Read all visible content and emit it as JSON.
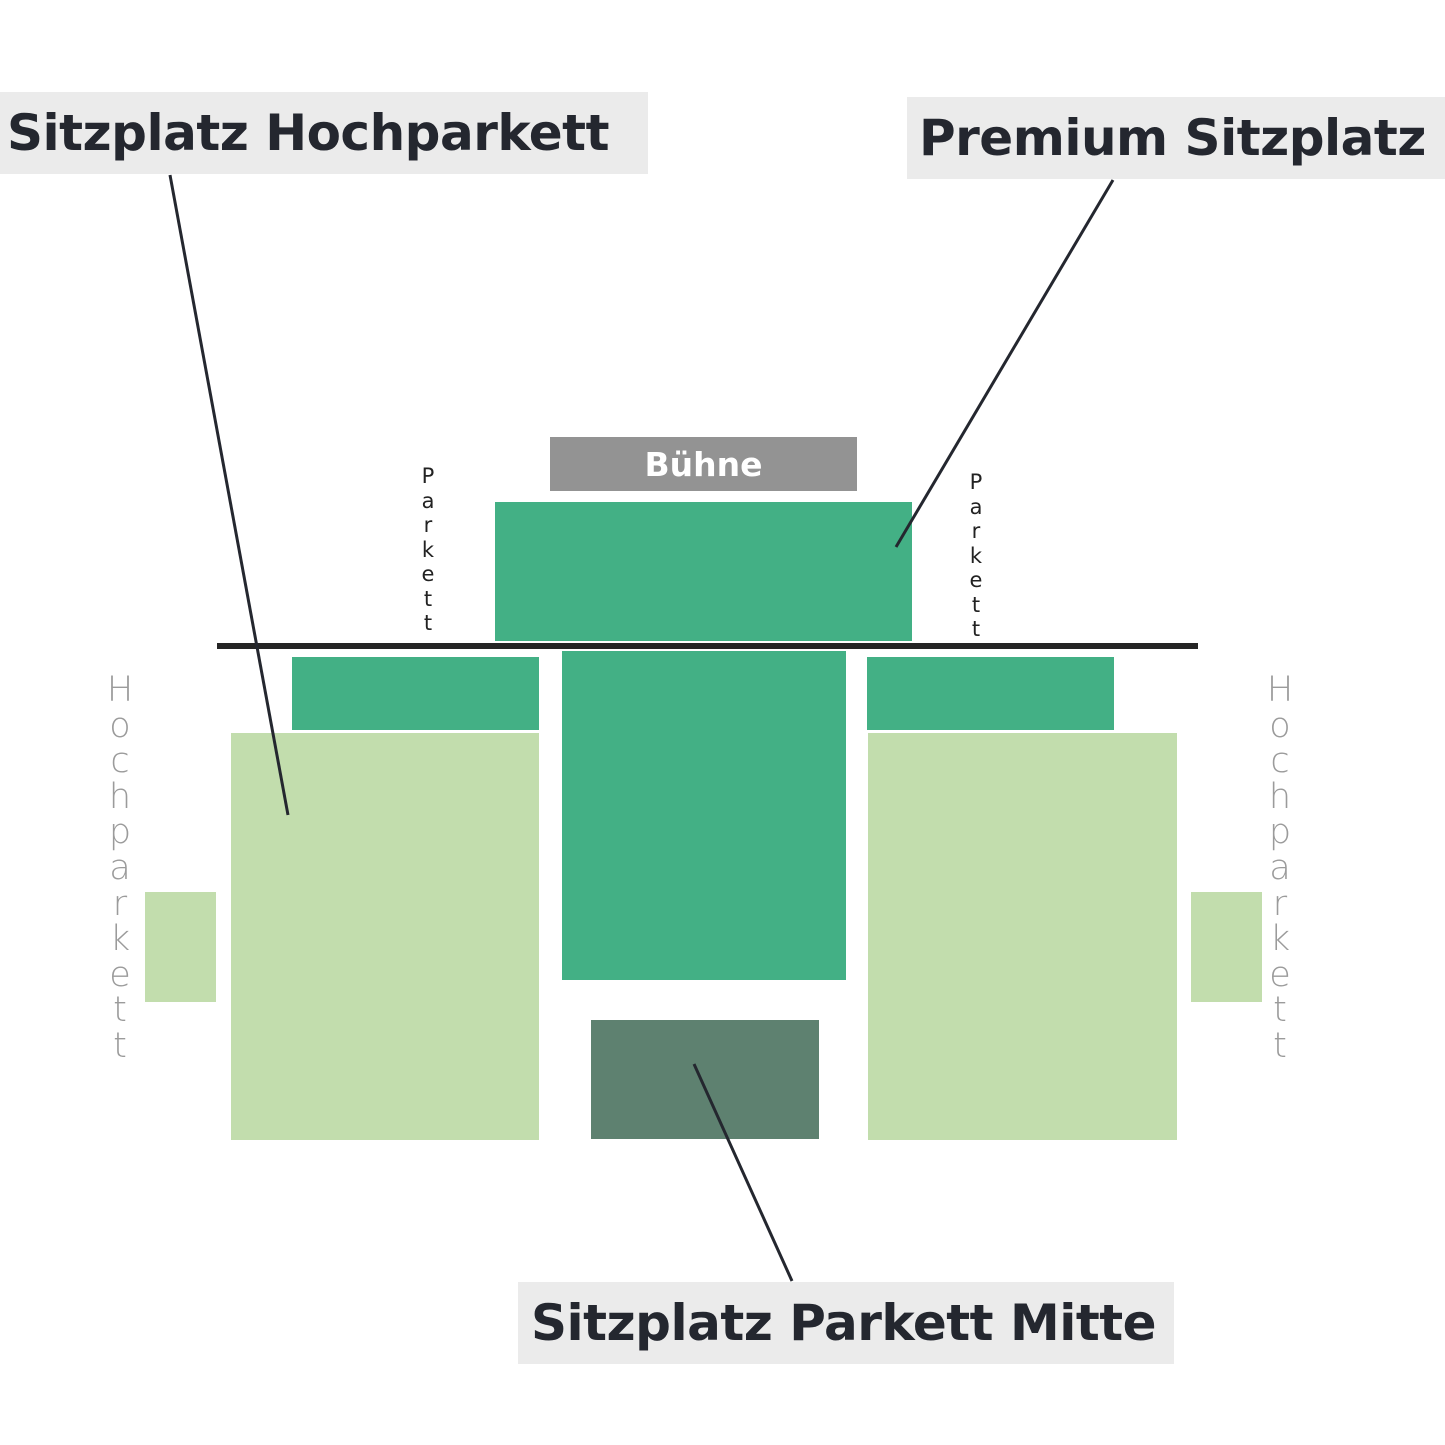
{
  "labels": {
    "hochparkett": "Sitzplatz Hochparkett",
    "premium": "Premium Sitzplatz",
    "parkett_mitte": "Sitzplatz Parkett Mitte"
  },
  "stage": "Bühne",
  "side_labels": {
    "parkett_left": "Parkett",
    "parkett_right": "Parkett",
    "hochparkett_left": "Hochparkett",
    "hochparkett_right": "Hochparkett"
  },
  "colors": {
    "premium": "#43b085",
    "hochparkett": "#c2ddad",
    "parkett_mitte": "#5e8170",
    "stage": "#939393",
    "label_bg": "#ebebeb",
    "label_text": "#24272f",
    "divider": "#252525"
  }
}
